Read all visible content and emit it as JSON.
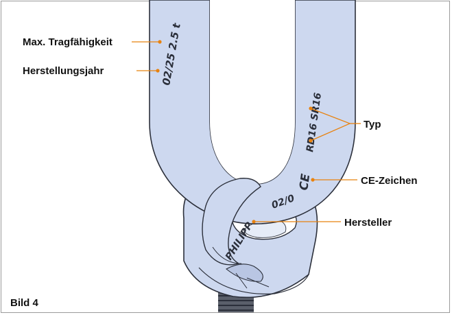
{
  "figure": {
    "caption": "Bild 4",
    "accent_color": "#e8820f",
    "metal_color": "#cdd8ef",
    "outline_color": "#2b2f3a"
  },
  "callouts": {
    "load_capacity": "Max. Tragfähigkeit",
    "manufacture_year": "Herstellungsjahr",
    "type": "Typ",
    "ce_mark": "CE-Zeichen",
    "manufacturer": "Hersteller"
  },
  "markings": {
    "left_shank": "02/25 2.5 t",
    "right_shank_type": "RD16 SR16",
    "right_shank_ce": "CE",
    "ring_manufacturer": "PHILIPP",
    "ring_date": "02/0"
  }
}
